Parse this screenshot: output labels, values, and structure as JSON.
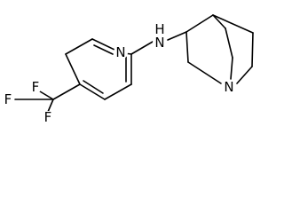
{
  "molecule": {
    "atom_labels": {
      "pyridine_n": "N",
      "amine_nh": "N",
      "amine_h": "H",
      "quinuclidine_n": "N",
      "fluorine_top": "F",
      "fluorine_left": "F",
      "fluorine_bottom": "F"
    },
    "colors": {
      "bond": "#000000",
      "label": "#000000",
      "background": "#ffffff"
    }
  }
}
